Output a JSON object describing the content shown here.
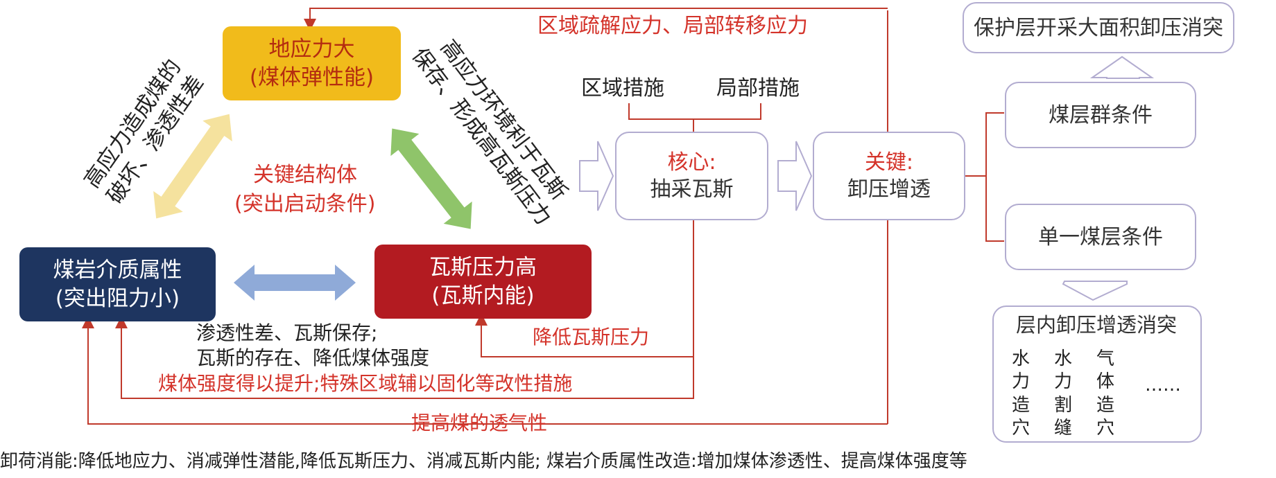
{
  "nodes": {
    "stress": {
      "line1": "地应力大",
      "line2": "(煤体弹性能)",
      "color": "#f1bb1b"
    },
    "coal_rock": {
      "line1": "煤岩介质属性",
      "line2": "(突出阻力小)",
      "color": "#1e3560"
    },
    "gas": {
      "line1": "瓦斯压力高",
      "line2": "(瓦斯内能)",
      "color": "#b31b21"
    },
    "core": {
      "line1": "核心:",
      "line2": "抽采瓦斯"
    },
    "key": {
      "line1": "关键:",
      "line2": "卸压增透"
    },
    "protect": {
      "label": "保护层开采大面积卸压消突"
    },
    "group": {
      "label": "煤层群条件"
    },
    "single": {
      "label": "单一煤层条件"
    },
    "inlayer": {
      "title": "层内卸压增透消突",
      "columns": [
        [
          "水",
          "力",
          "造",
          "穴"
        ],
        [
          "水",
          "力",
          "割",
          "缝"
        ],
        [
          "气",
          "体",
          "造",
          "穴"
        ]
      ],
      "ellipsis": "……"
    }
  },
  "labels": {
    "top_feedback": "区域疏解应力、局部转移应力",
    "left_diagonal_line1": "高应力造成煤的",
    "left_diagonal_line2": "破坏、渗透性差",
    "right_diagonal_line1": "高应力环境利于瓦斯",
    "right_diagonal_line2": "保存、形成高瓦斯压力",
    "center_line1": "关键结构体",
    "center_line2": "(突出启动条件)",
    "region_measure": "区域措施",
    "local_measure": "局部措施",
    "bottom_note_line1": "渗透性差、瓦斯保存;",
    "bottom_note_line2": "瓦斯的存在、降低煤体强度",
    "reduce_gas": "降低瓦斯压力",
    "strength": "煤体强度得以提升;特殊区域辅以固化等改性措施",
    "permeability": "提高煤的透气性",
    "footer": "卸荷消能:降低地应力、消减弹性潜能,降低瓦斯压力、消减瓦斯内能; 煤岩介质属性改造:增加煤体渗透性、提高煤体强度等"
  },
  "colors": {
    "feedback_line": "#c0392b",
    "red_text": "#d4332a",
    "outline": "#b2acd0",
    "arrow_yellow": "#f5e29e",
    "arrow_green": "#8fc46a",
    "arrow_blue": "#8faad8"
  }
}
